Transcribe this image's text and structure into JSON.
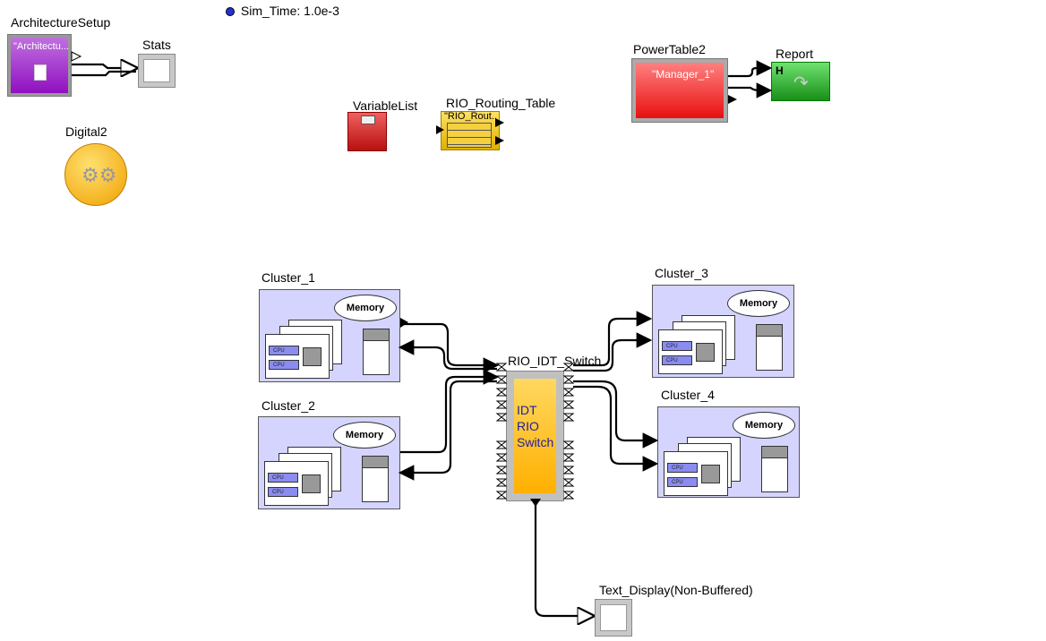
{
  "sim_time": "Sim_Time: 1.0e-3",
  "blocks": {
    "architecture_setup": {
      "label": "ArchitectureSetup",
      "inner": "\"Architectu..."
    },
    "stats": {
      "label": "Stats"
    },
    "digital2": {
      "label": "Digital2"
    },
    "variable_list": {
      "label": "VariableList"
    },
    "rio_routing_table": {
      "label": "RIO_Routing_Table",
      "inner": "\"RIO_Rout..."
    },
    "power_table2": {
      "label": "PowerTable2",
      "inner": "\"Manager_1\""
    },
    "report": {
      "label": "Report"
    },
    "rio_idt_switch": {
      "label": "RIO_IDT_Switch",
      "inner": "IDT\nRIO\nSwitch"
    },
    "text_display": {
      "label": "Text_Display(Non-Buffered)"
    }
  },
  "clusters": [
    {
      "label": "Cluster_1",
      "memory": "Memory",
      "cpu": "CPU"
    },
    {
      "label": "Cluster_2",
      "memory": "Memory",
      "cpu": "CPU"
    },
    {
      "label": "Cluster_3",
      "memory": "Memory",
      "cpu": "CPU"
    },
    {
      "label": "Cluster_4",
      "memory": "Memory",
      "cpu": "CPU"
    }
  ],
  "colors": {
    "cluster_fill": "#d4d4ff",
    "architecture_setup": "#a020c0",
    "digital2": "#f5b800",
    "variable_list": "#d02020",
    "rio_routing_table": "#e8c200",
    "power_table2": "#ee2222",
    "report": "#22aa22",
    "switch": "#ffb820",
    "switch_text": "#2020a0"
  }
}
